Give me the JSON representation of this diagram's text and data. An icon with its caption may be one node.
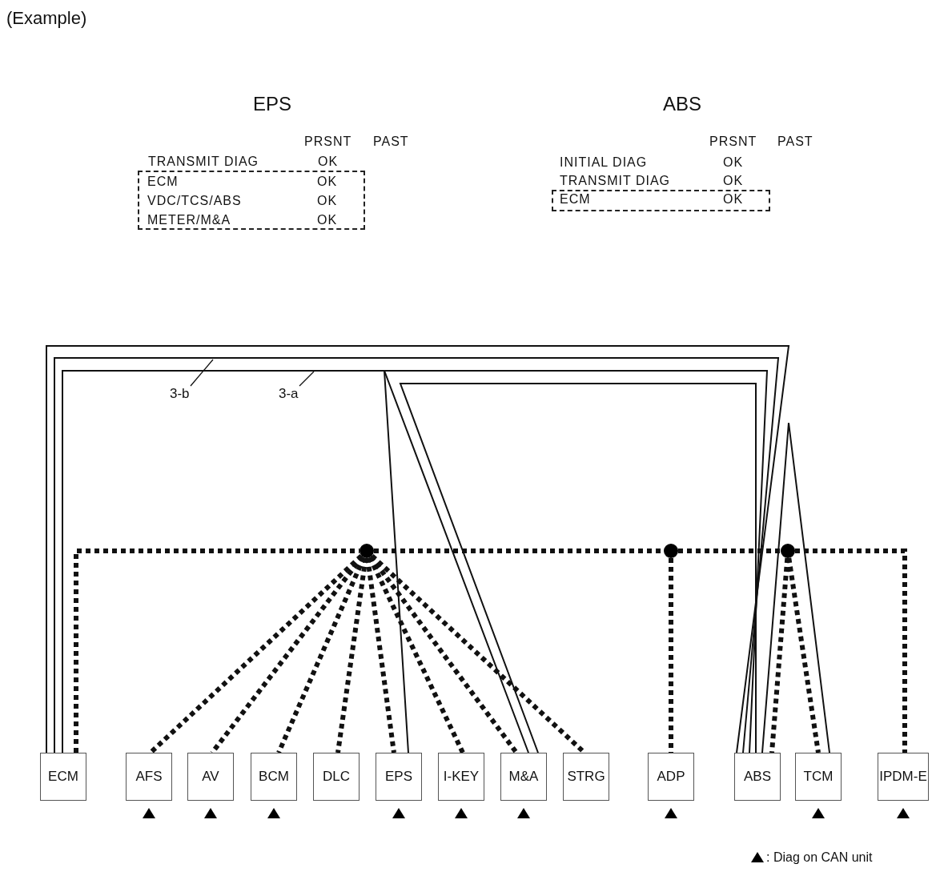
{
  "diagram": {
    "nodes": [
      {
        "text": [
          "ECM",
          "OK",
          "VDC/TCS/ABS",
          "OK",
          "METER/M&A",
          "OK"
        ]
      },
      {
        "text": [
          "ECM",
          "OK"
        ]
      },
      {
        "text": [
          "3-b"
        ]
      },
      {
        "text": [
          "3-a"
        ]
      },
      {
        "text": [],
        "shape": "circle"
      },
      {
        "text": [],
        "shape": "circle"
      },
      {
        "text": [],
        "shape": "circle"
      },
      {
        "text": [
          "ECM"
        ]
      },
      {
        "text": [
          "AFS"
        ]
      },
      {
        "text": [
          "AV"
        ]
      },
      {
        "text": [
          "BCM"
        ]
      },
      {
        "text": [
          "DLC"
        ]
      },
      {
        "text": [
          "EPS"
        ]
      },
      {
        "text": [
          "I-KEY"
        ]
      },
      {
        "text": [
          "M&A"
        ]
      },
      {
        "text": [
          "STRG"
        ]
      },
      {
        "text": [
          "ADP"
        ]
      },
      {
        "text": [
          "ABS"
        ]
      },
      {
        "text": [
          "TCM"
        ]
      },
      {
        "text": [
          "IPDM-E"
        ]
      }
    ],
    "edges": [
      {
        "from": 2,
        "to": null,
        "arrow": "none"
      },
      {
        "from": 3,
        "to": null,
        "arrow": "none"
      },
      {
        "from": 7,
        "to": 17,
        "arrow": "none"
      },
      {
        "from": 7,
        "to": 17,
        "arrow": "none"
      },
      {
        "from": 7,
        "to": 12,
        "arrow": "none"
      },
      {
        "from": 7,
        "to": 14,
        "arrow": "none"
      },
      {
        "from": 7,
        "to": 17,
        "arrow": "none"
      },
      {
        "from": 14,
        "to": 17,
        "arrow": "none"
      },
      {
        "from": 17,
        "to": 18,
        "arrow": "none"
      },
      {
        "from": 7,
        "to": 4,
        "arrow": "none",
        "style": "dashed"
      },
      {
        "from": 4,
        "to": 5,
        "arrow": "none",
        "style": "dashed"
      },
      {
        "from": 5,
        "to": 6,
        "arrow": "none",
        "style": "dashed"
      },
      {
        "from": 6,
        "to": 19,
        "arrow": "none",
        "style": "dashed"
      },
      {
        "from": 4,
        "to": 8,
        "arrow": "none",
        "style": "dashed"
      },
      {
        "from": 4,
        "to": 9,
        "arrow": "none",
        "style": "dashed"
      },
      {
        "from": 4,
        "to": 10,
        "arrow": "none",
        "style": "dashed"
      },
      {
        "from": 4,
        "to": 11,
        "arrow": "none",
        "style": "dashed"
      },
      {
        "from": 4,
        "to": 12,
        "arrow": "none",
        "style": "dashed"
      },
      {
        "from": 4,
        "to": 13,
        "arrow": "none",
        "style": "dashed"
      },
      {
        "from": 4,
        "to": 14,
        "arrow": "none",
        "style": "dashed"
      },
      {
        "from": 4,
        "to": 15,
        "arrow": "none",
        "style": "dashed"
      },
      {
        "from": 5,
        "to": 16,
        "arrow": "none",
        "style": "dashed"
      },
      {
        "from": 6,
        "to": 17,
        "arrow": "none",
        "style": "dashed"
      },
      {
        "from": 6,
        "to": 18,
        "arrow": "none",
        "style": "dashed"
      }
    ],
    "labels": [
      "(Example)",
      "EPS",
      "PRSNT",
      "PAST",
      "TRANSMIT DIAG",
      "OK",
      "ABS",
      "PRSNT",
      "PAST",
      "INITIAL DIAG",
      "OK",
      "TRANSMIT DIAG",
      "OK"
    ],
    "legend": [
      {
        "text": ": Diag on CAN unit"
      }
    ]
  }
}
